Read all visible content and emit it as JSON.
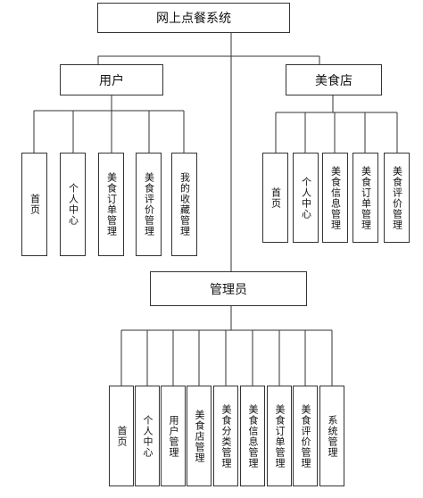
{
  "root": {
    "label": "网上点餐系统"
  },
  "user": {
    "label": "用户",
    "children": [
      "首页",
      "个人中心",
      "美食订单管理",
      "美食评价管理",
      "我的收藏管理"
    ]
  },
  "restaurant": {
    "label": "美食店",
    "children": [
      "首页",
      "个人中心",
      "美食信息管理",
      "美食订单管理",
      "美食评价管理"
    ]
  },
  "admin": {
    "label": "管理员",
    "children": [
      "首页",
      "个人中心",
      "用户管理",
      "美食店管理",
      "美食分类管理",
      "美食信息管理",
      "美食订单管理",
      "美食评价管理",
      "系统管理"
    ]
  }
}
